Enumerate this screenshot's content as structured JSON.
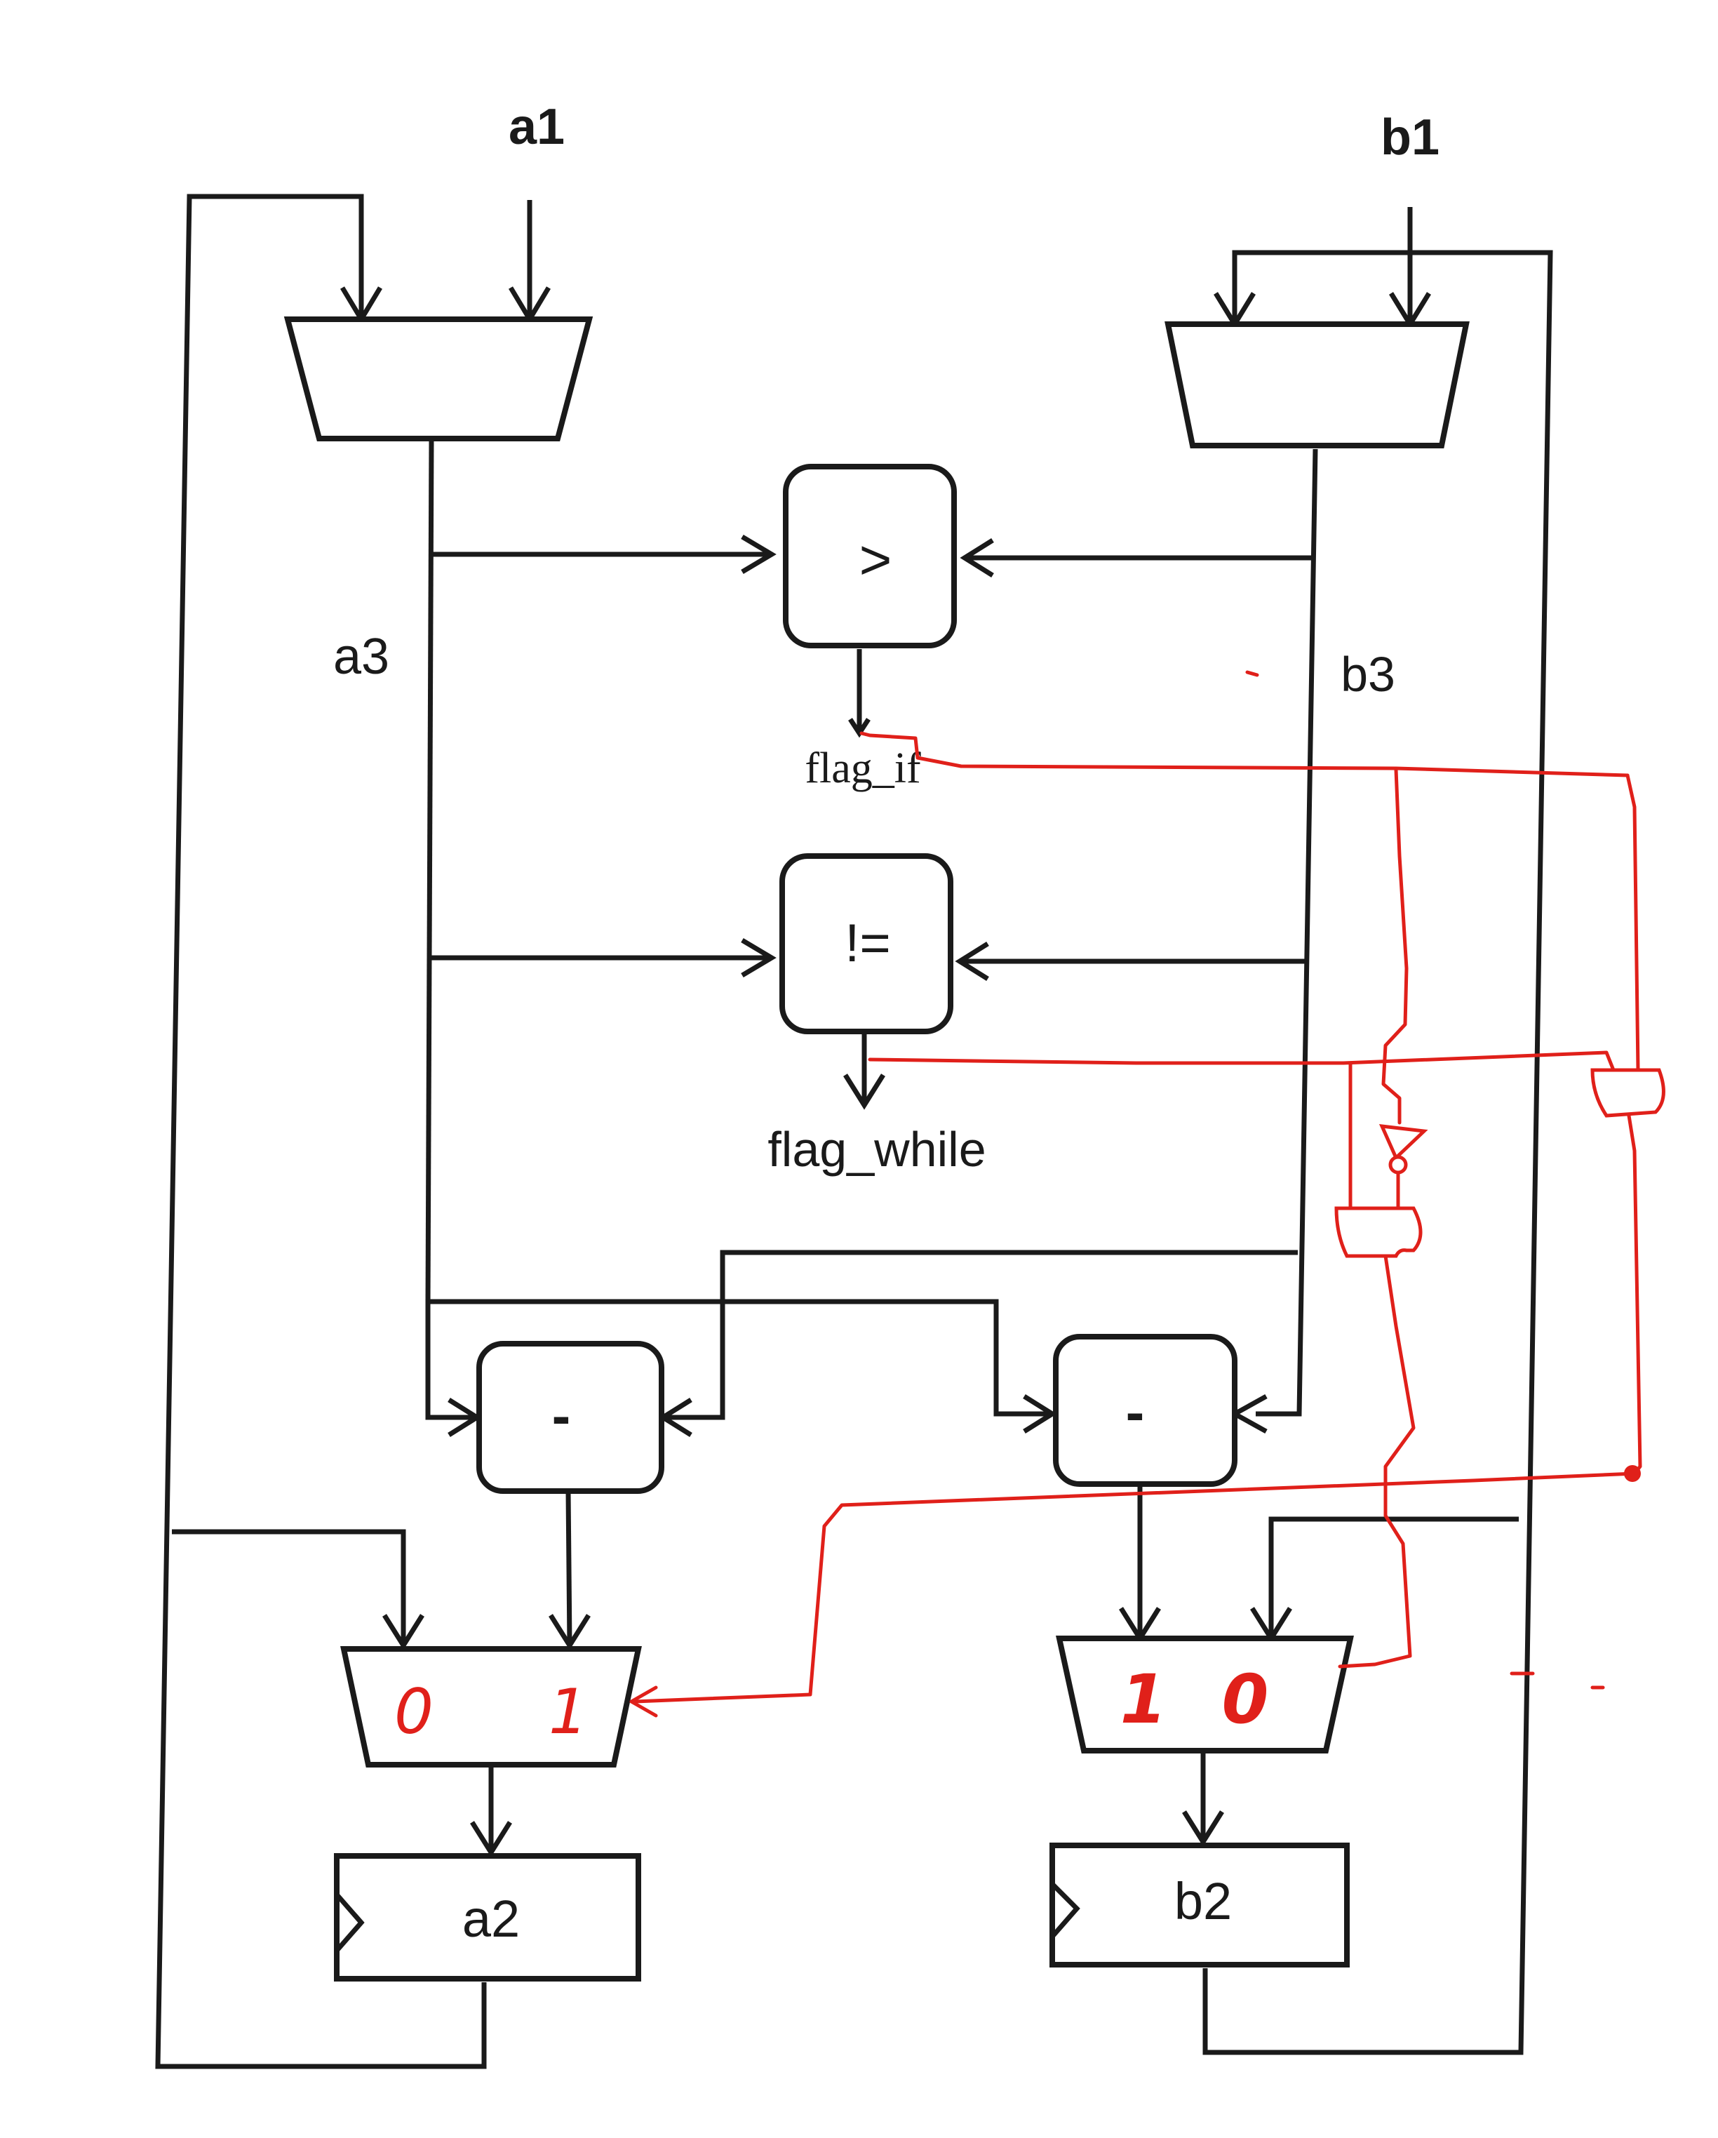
{
  "inputs": {
    "a": "a1",
    "b": "b1"
  },
  "signals": {
    "a_mux_out": "a3",
    "b_mux_out": "b3",
    "cmp_gt_out": "flag_if",
    "cmp_ne_out": "flag_while"
  },
  "operators": {
    "greater_than": ">",
    "not_equal": "!=",
    "sub_left": "-",
    "sub_right": "-"
  },
  "registers": {
    "a": "a2",
    "b": "b2"
  },
  "mux_selects": {
    "left_mux": {
      "left": "0",
      "right": "1"
    },
    "right_mux": {
      "left": "1",
      "right": "0"
    }
  },
  "colors": {
    "ink": "#1a1a1a",
    "annotation": "#e0201a"
  }
}
